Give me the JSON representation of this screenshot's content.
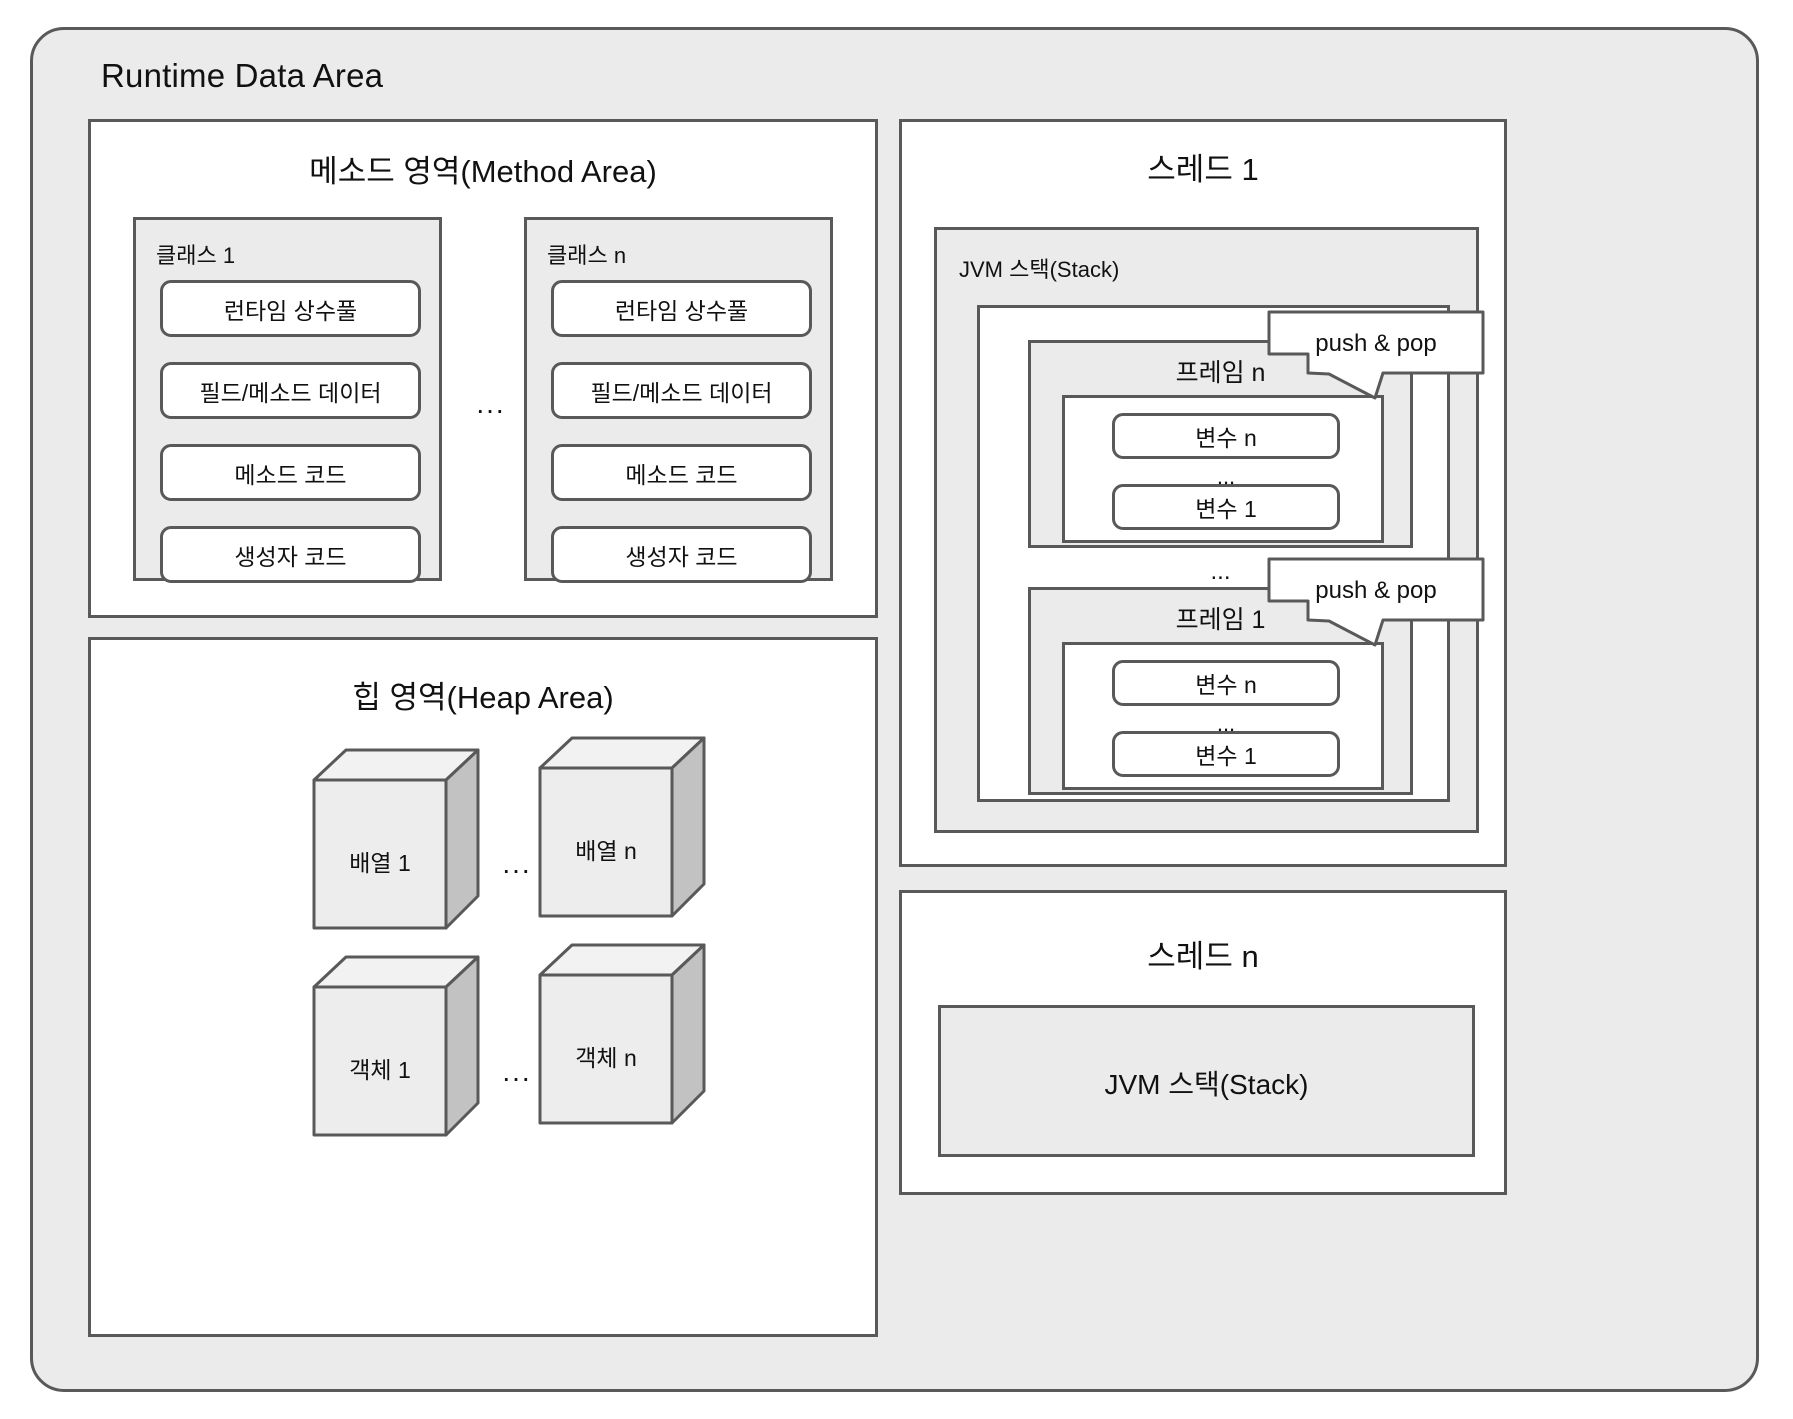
{
  "outer": {
    "title": "Runtime Data Area"
  },
  "method_area": {
    "title": "메소드 영역(Method Area)",
    "ellipsis": "...",
    "classes": [
      {
        "label": "클래스 1",
        "items": [
          "런타임 상수풀",
          "필드/메소드 데이터",
          "메소드 코드",
          "생성자 코드"
        ]
      },
      {
        "label": "클래스 n",
        "items": [
          "런타임 상수풀",
          "필드/메소드 데이터",
          "메소드 코드",
          "생성자 코드"
        ]
      }
    ]
  },
  "heap_area": {
    "title": "힙 영역(Heap Area)",
    "ellipsis_row1": "...",
    "ellipsis_row2": "...",
    "objects": [
      {
        "label": "배열 1"
      },
      {
        "label": "배열 n"
      },
      {
        "label": "객체 1"
      },
      {
        "label": "객체 n"
      }
    ]
  },
  "thread1": {
    "title": "스레드 1",
    "stack_label": "JVM 스택(Stack)",
    "frames_ellipsis": "...",
    "frames": [
      {
        "label": "프레임 n",
        "vars": [
          "변수 n",
          "변수 1"
        ],
        "vars_ellipsis": "...",
        "callout": "push & pop"
      },
      {
        "label": "프레임 1",
        "vars": [
          "변수 n",
          "변수 1"
        ],
        "vars_ellipsis": "...",
        "callout": "push & pop"
      }
    ]
  },
  "threadn": {
    "title": "스레드 n",
    "stack_label": "JVM 스택(Stack)"
  },
  "colors": {
    "stroke": "#595959",
    "panel_fill_white": "#ffffff",
    "panel_fill_grey": "#ebebeb",
    "cube_front": "#ededed",
    "cube_top": "#f2f2f2",
    "cube_side": "#c2c2c2",
    "text": "#111111"
  }
}
